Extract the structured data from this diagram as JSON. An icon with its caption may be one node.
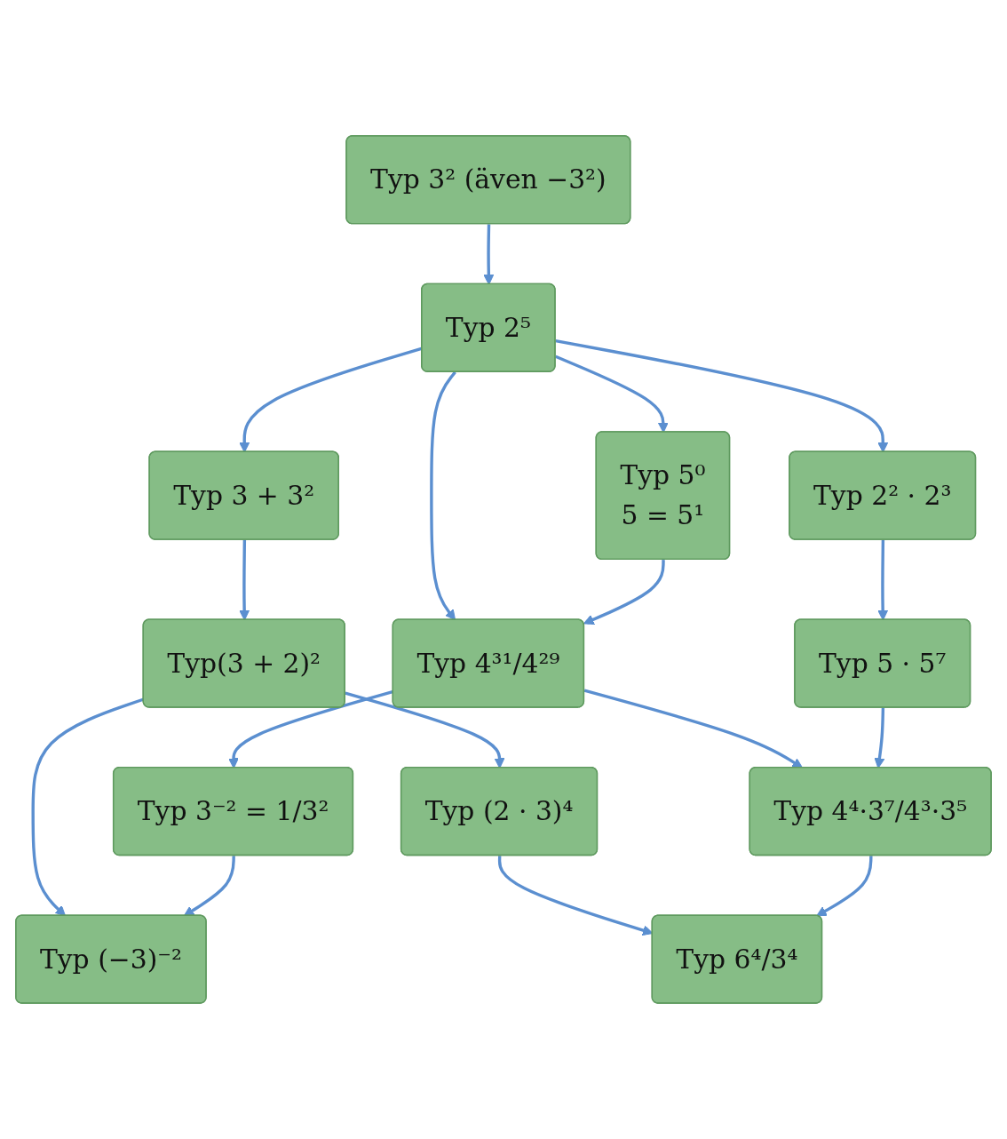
{
  "diagram": {
    "nodes": [
      {
        "text": [
          "Typ 3² (även −3²)"
        ]
      },
      {
        "text": [
          "Typ 2⁵"
        ]
      },
      {
        "text": [
          "Typ 5⁰",
          "5 = 5¹"
        ]
      },
      {
        "text": [
          "Typ 3 + 3²"
        ]
      },
      {
        "text": [
          "Typ 2² · 2³"
        ]
      },
      {
        "text": [
          "Typ 4³¹/4²⁹"
        ]
      },
      {
        "text": [
          "Typ(3 + 2)²"
        ]
      },
      {
        "text": [
          "Typ 5 · 5⁷"
        ]
      },
      {
        "text": [
          "Typ (2 · 3)⁴"
        ]
      },
      {
        "text": [
          "Typ 3⁻² = 1/3²"
        ]
      },
      {
        "text": [
          "Typ 4⁴·3⁷/4³·3⁵"
        ]
      },
      {
        "text": [
          "Typ (−3)⁻²"
        ]
      },
      {
        "text": [
          "Typ 6⁴/3⁴"
        ]
      }
    ],
    "edges": [
      {
        "from": 0,
        "to": 1,
        "arrow": "to"
      },
      {
        "from": 1,
        "to": 2,
        "arrow": "to"
      },
      {
        "from": 1,
        "to": 3,
        "arrow": "to"
      },
      {
        "from": 1,
        "to": 4,
        "arrow": "to"
      },
      {
        "from": 1,
        "to": 5,
        "arrow": "to"
      },
      {
        "from": 2,
        "to": 5,
        "arrow": "to"
      },
      {
        "from": 3,
        "to": 6,
        "arrow": "to"
      },
      {
        "from": 4,
        "to": 7,
        "arrow": "to"
      },
      {
        "from": 5,
        "to": 9,
        "arrow": "to"
      },
      {
        "from": 5,
        "to": 10,
        "arrow": "to"
      },
      {
        "from": 7,
        "to": 10,
        "arrow": "to"
      },
      {
        "from": 6,
        "to": 8,
        "arrow": "to"
      },
      {
        "from": 6,
        "to": 11,
        "arrow": "to"
      },
      {
        "from": 8,
        "to": 12,
        "arrow": "to"
      },
      {
        "from": 9,
        "to": 11,
        "arrow": "to"
      },
      {
        "from": 10,
        "to": 12,
        "arrow": "to"
      }
    ]
  }
}
